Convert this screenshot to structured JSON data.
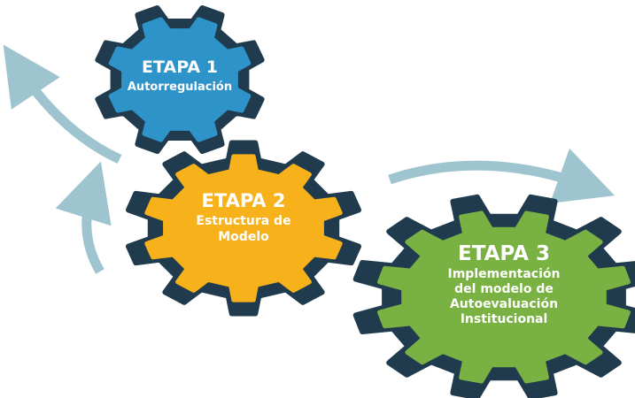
{
  "colors": {
    "outline": "#1f3b4d",
    "arrow": "#9ec4cf",
    "stage1": "#2e93c8",
    "stage2": "#f7b21b",
    "stage3": "#79b142"
  },
  "stages": [
    {
      "title": "ETAPA 1",
      "lines": [
        "Autorregulación"
      ]
    },
    {
      "title": "ETAPA 2",
      "lines": [
        "Estructura de",
        "Modelo"
      ]
    },
    {
      "title": "ETAPA 3",
      "lines": [
        "Implementación",
        "del modelo de",
        "Autoevaluación",
        "Institucional"
      ]
    }
  ]
}
